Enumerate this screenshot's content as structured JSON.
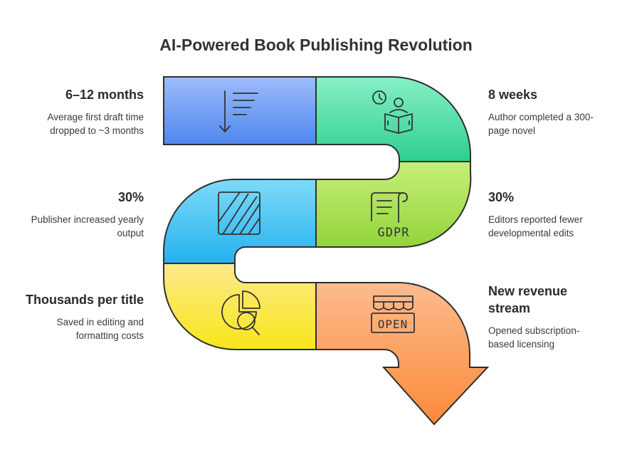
{
  "title": "AI-Powered Book Publishing Revolution",
  "steps": [
    {
      "heading": "6–12 months",
      "description_lines": [
        "Average first draft time",
        "dropped to ~3 months"
      ],
      "icon": "descending-list-icon",
      "color": "#5b8def"
    },
    {
      "heading": "8 weeks",
      "description_lines": [
        "Author completed a 300-",
        "page novel"
      ],
      "icon": "reading-timer-icon",
      "color": "#3fd3a0"
    },
    {
      "heading": "30%",
      "description_lines": [
        "Publisher increased yearly",
        "output"
      ],
      "icon": "stripes-icon",
      "color": "#38bdf8"
    },
    {
      "heading": "30%",
      "description_lines": [
        "Editors reported fewer",
        "developmental edits"
      ],
      "icon": "gdpr-document-icon",
      "icon_text": "GDPR",
      "color": "#a3e635"
    },
    {
      "heading": "Thousands per title",
      "description_lines": [
        "Saved in editing and",
        "formatting costs"
      ],
      "icon": "chart-search-icon",
      "color": "#facc15"
    },
    {
      "heading_lines": [
        "New revenue",
        "stream"
      ],
      "description_lines": [
        "Opened subscription-",
        "based licensing"
      ],
      "icon": "open-shop-icon",
      "icon_text": "OPEN",
      "color": "#fb923c"
    }
  ]
}
